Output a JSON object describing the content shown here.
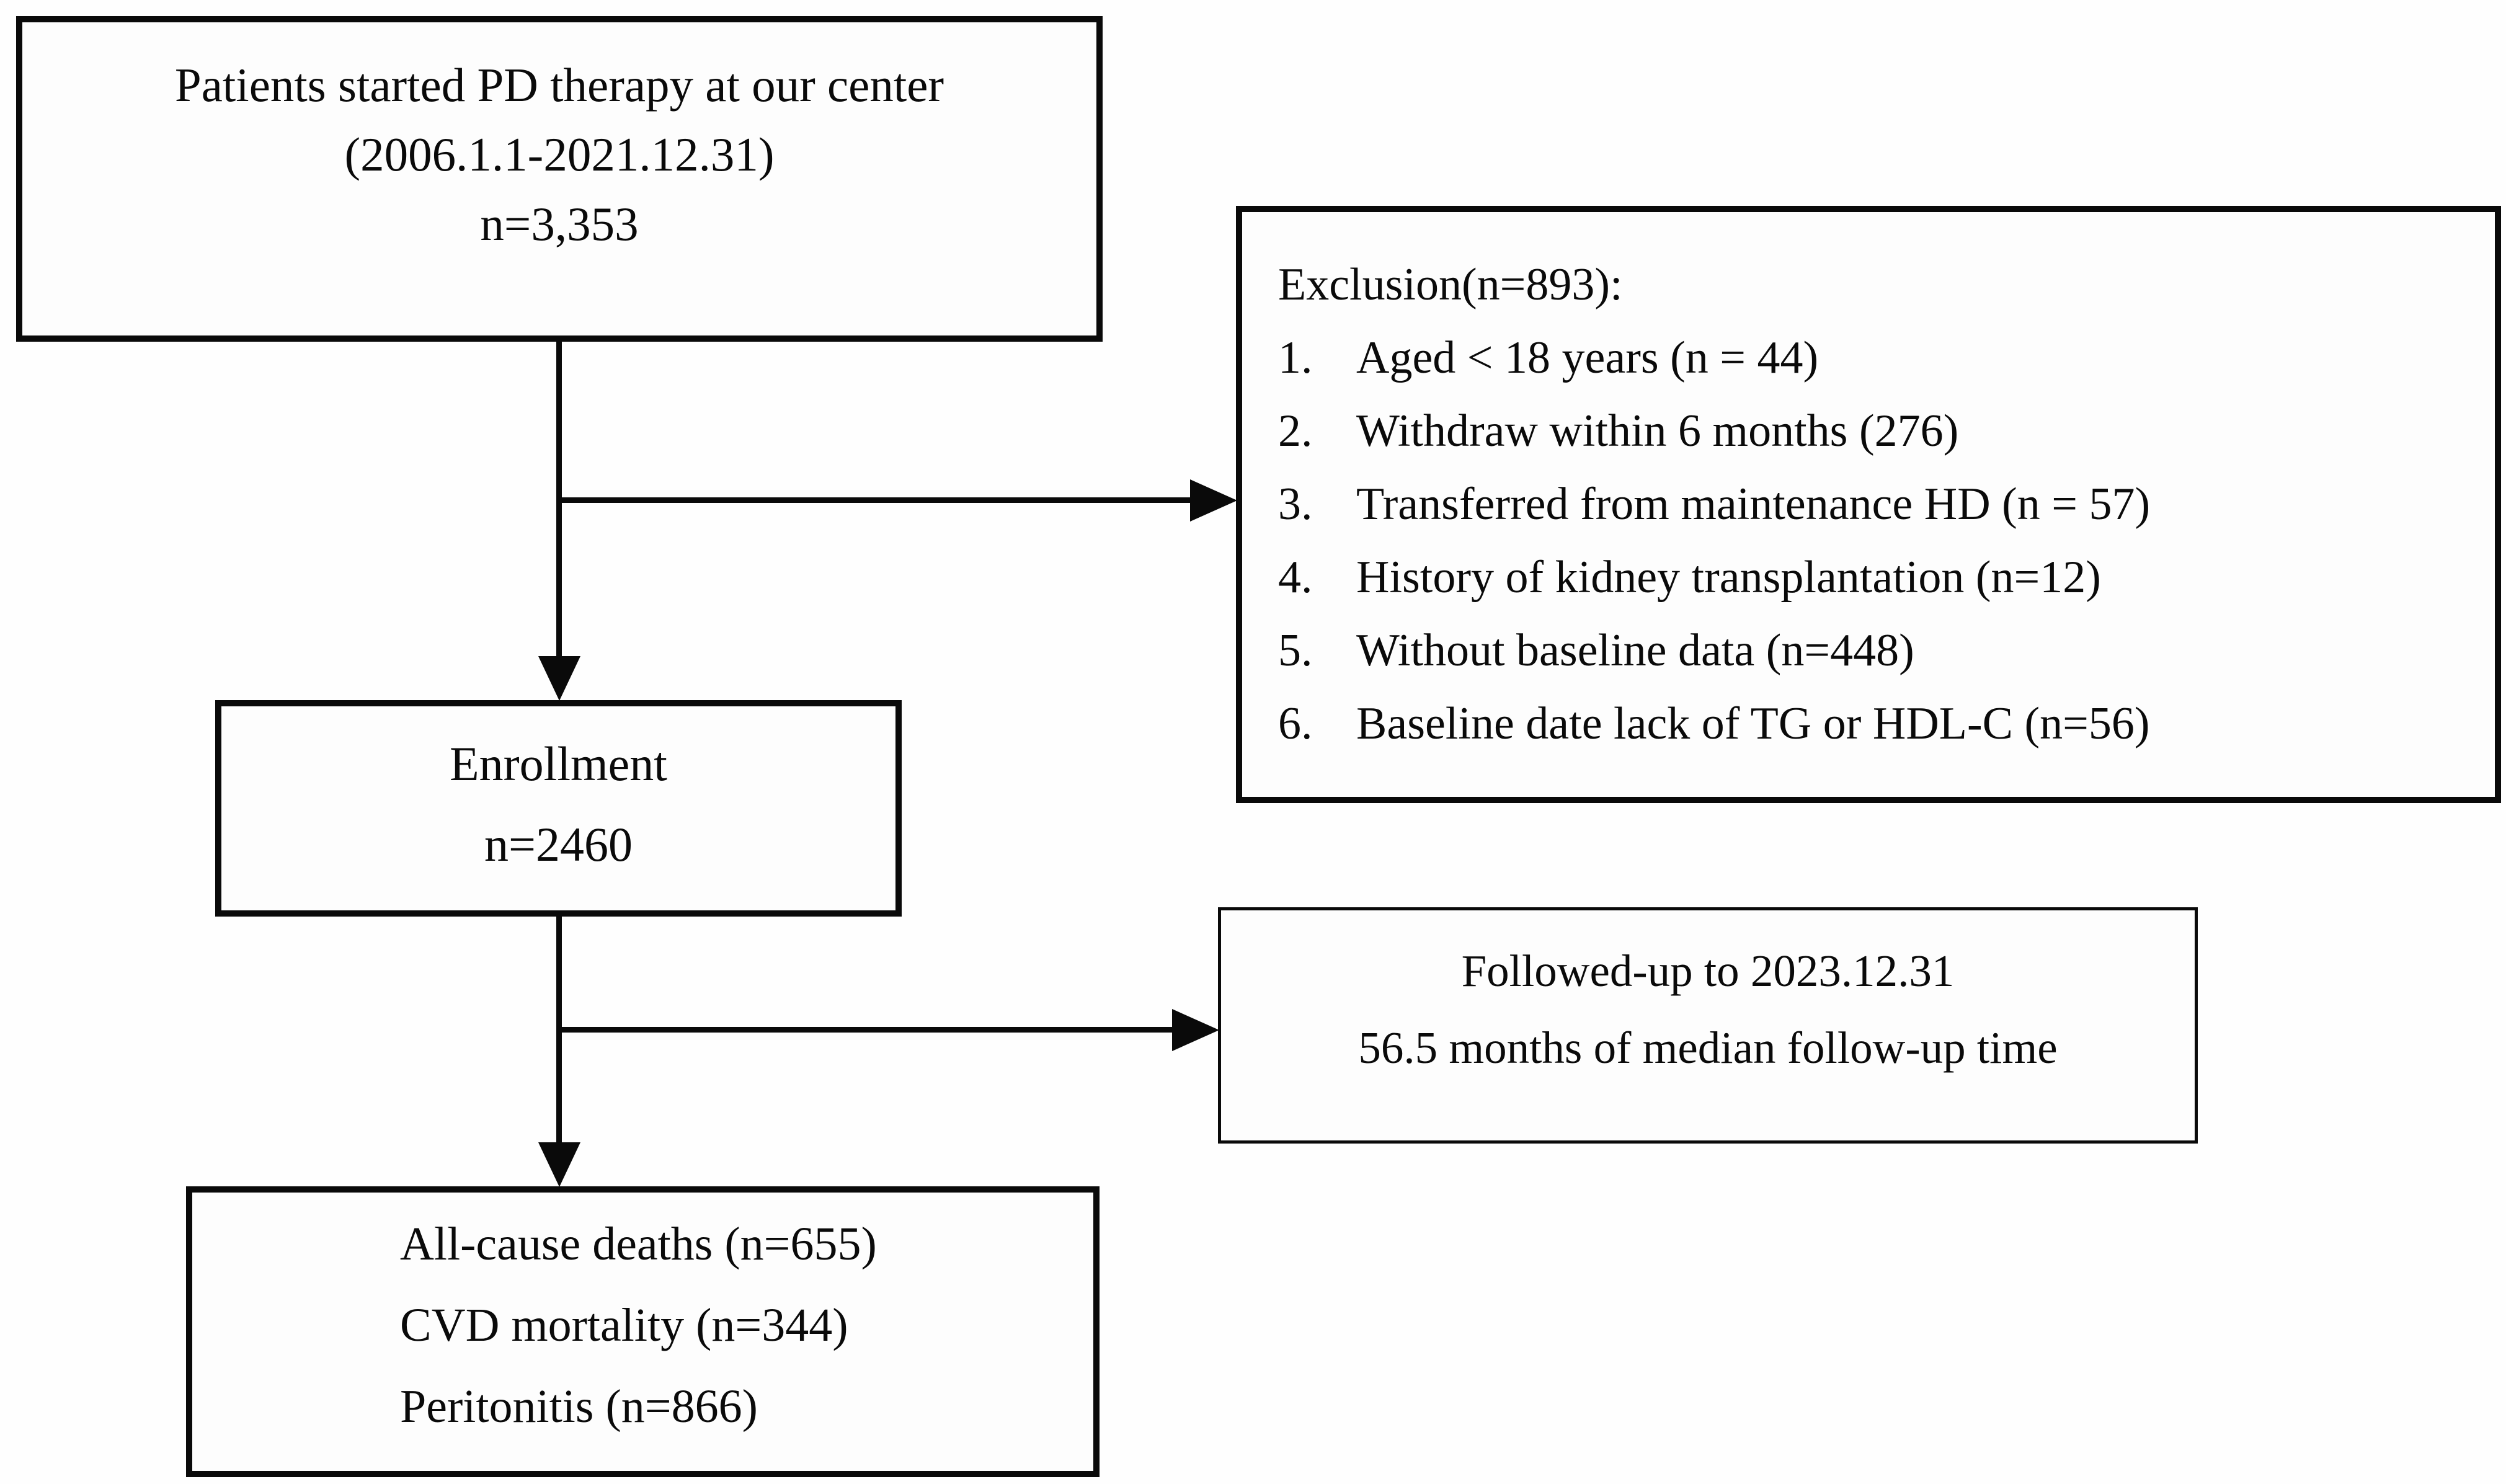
{
  "colors": {
    "border": "#0a0a0a",
    "text": "#0a0a0a",
    "background": "#fefefe"
  },
  "boxes": {
    "start": {
      "lines": [
        "Patients started PD therapy at our center",
        "(2006.1.1-2021.12.31)",
        "n=3,353"
      ]
    },
    "exclusion": {
      "title": "Exclusion(n=893):",
      "items": [
        {
          "num": "1.",
          "text": "Aged < 18 years (n = 44)"
        },
        {
          "num": "2.",
          "text": "Withdraw within 6 months (276)"
        },
        {
          "num": "3.",
          "text": "Transferred from maintenance HD (n = 57)"
        },
        {
          "num": "4.",
          "text": "History of kidney transplantation (n=12)"
        },
        {
          "num": "5.",
          "text": "Without baseline data (n=448)"
        },
        {
          "num": "6.",
          "text": "Baseline date lack of TG or HDL-C (n=56)"
        }
      ]
    },
    "enrollment": {
      "lines": [
        "Enrollment",
        "n=2460"
      ]
    },
    "followup": {
      "lines": [
        "Followed-up to 2023.12.31",
        "56.5 months of median follow-up time"
      ]
    },
    "outcomes": {
      "lines": [
        "All-cause deaths (n=655)",
        "CVD mortality (n=344)",
        "Peritonitis (n=866)"
      ]
    }
  }
}
